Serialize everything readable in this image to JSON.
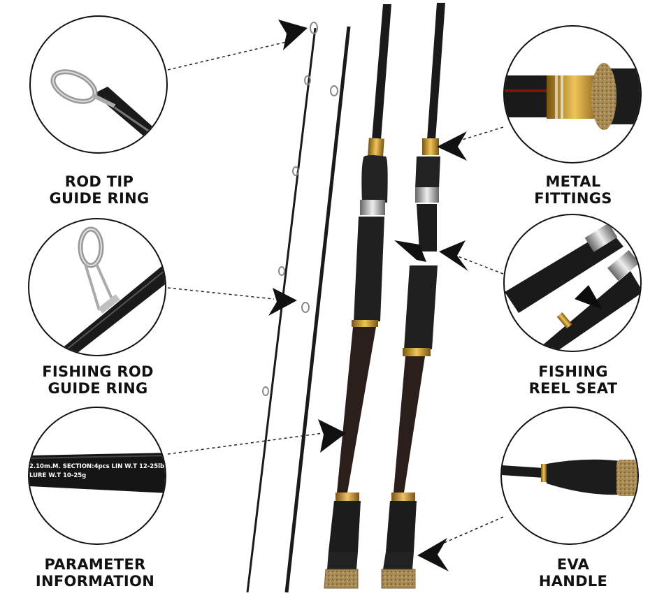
{
  "features": [
    {
      "id": "tip",
      "line1": "ROD TIP",
      "line2": "GUIDE RING"
    },
    {
      "id": "guide",
      "line1": "FISHING ROD",
      "line2": "GUIDE RING"
    },
    {
      "id": "param",
      "line1": "PARAMETER",
      "line2": "INFORMATION",
      "rod_text_1": "2.10m.M. SECTION:4pcs  LIN W.T 12-25lb",
      "rod_text_2": "LURE W.T 10-25g"
    },
    {
      "id": "metal",
      "line1": "METAL",
      "line2": "FITTINGS"
    },
    {
      "id": "seat",
      "line1": "FISHING",
      "line2": "REEL SEAT"
    },
    {
      "id": "eva",
      "line1": "EVA",
      "line2": "HANDLE"
    }
  ],
  "colors": {
    "blank": "#1a1a1a",
    "gold": "#c9962a",
    "foam": "#202020",
    "cork": "#a88a55",
    "silver": "#b8b8b8"
  }
}
